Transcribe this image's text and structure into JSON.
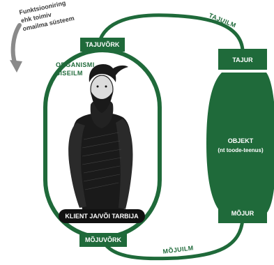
{
  "note": {
    "line1": "Funktsiooniring",
    "line2": "ehk toimiv",
    "line3": "omailma süsteem"
  },
  "labels": {
    "tajuilm": "TAJUILM",
    "mojuilm": "MÕJUILM",
    "tajuvork": "TAJUVÕRK",
    "mojuvork": "MÕJUVÕRK",
    "organismi_line1": "ORGANISMI",
    "organismi_line2": "SISEILM",
    "klient": "KLIENT JA/VÕI TARBIJA",
    "tajur": "TAJUR",
    "mojur": "MÕJUR",
    "objekt_line1": "OBJEKT",
    "objekt_line2": "(nt toode-teenus)"
  },
  "icons": {
    "arrow": "curved-down-arrow-icon",
    "person": "bearded-man-illustration"
  },
  "colors": {
    "green": "#1f6a3a",
    "arrow_gray": "#8a8a8a",
    "pill_black": "#111111",
    "white": "#ffffff"
  }
}
